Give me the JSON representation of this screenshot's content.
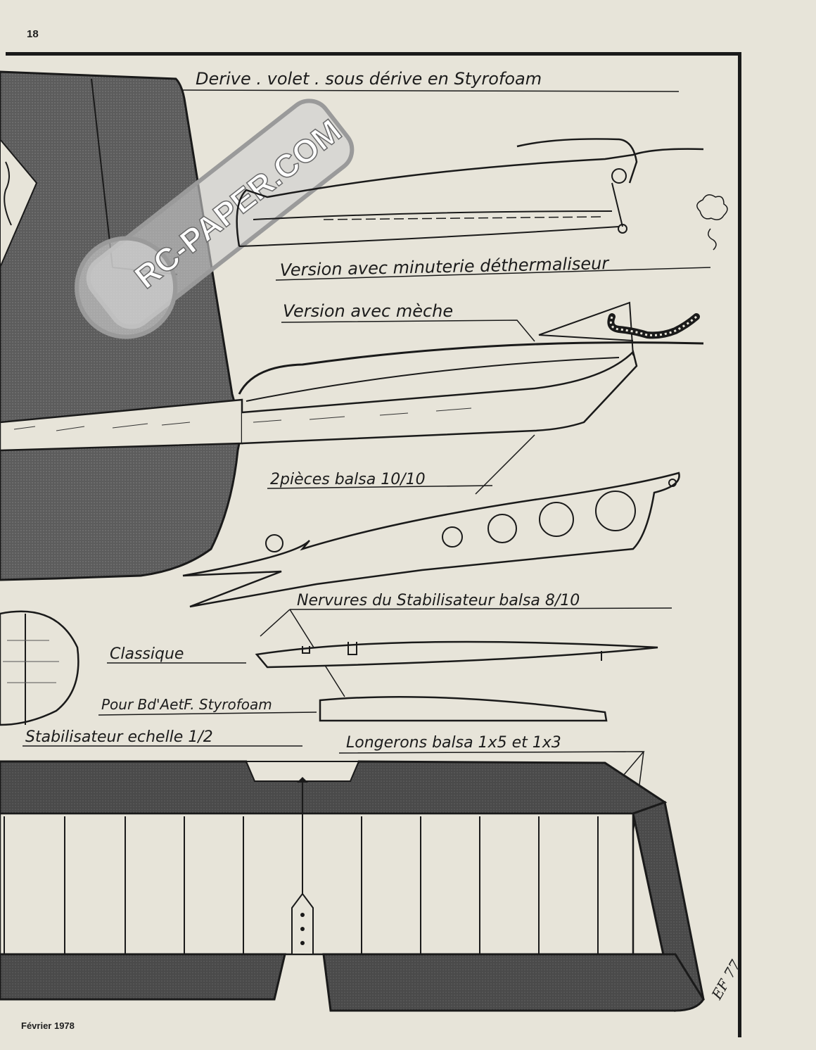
{
  "page": {
    "number": "18",
    "footer_date": "Février 1978"
  },
  "watermark": {
    "text": "RC-PAPER.COM"
  },
  "labels": {
    "derive": "Derive . volet . sous dérive en Styrofoam",
    "version_minuterie": "Version avec minuterie déthermaliseur",
    "version_meche": "Version avec mèche",
    "deux_pieces": "2pièces balsa 10/10",
    "nervures": "Nervures du Stabilisateur balsa 8/10",
    "classique": "Classique",
    "pour_bd": "Pour Bd'AetF. Styrofoam",
    "stabilisateur": "Stabilisateur echelle 1/2",
    "longerons": "Longerons balsa 1x5 et 1x3"
  },
  "signature": {
    "text": "EF 77"
  }
}
